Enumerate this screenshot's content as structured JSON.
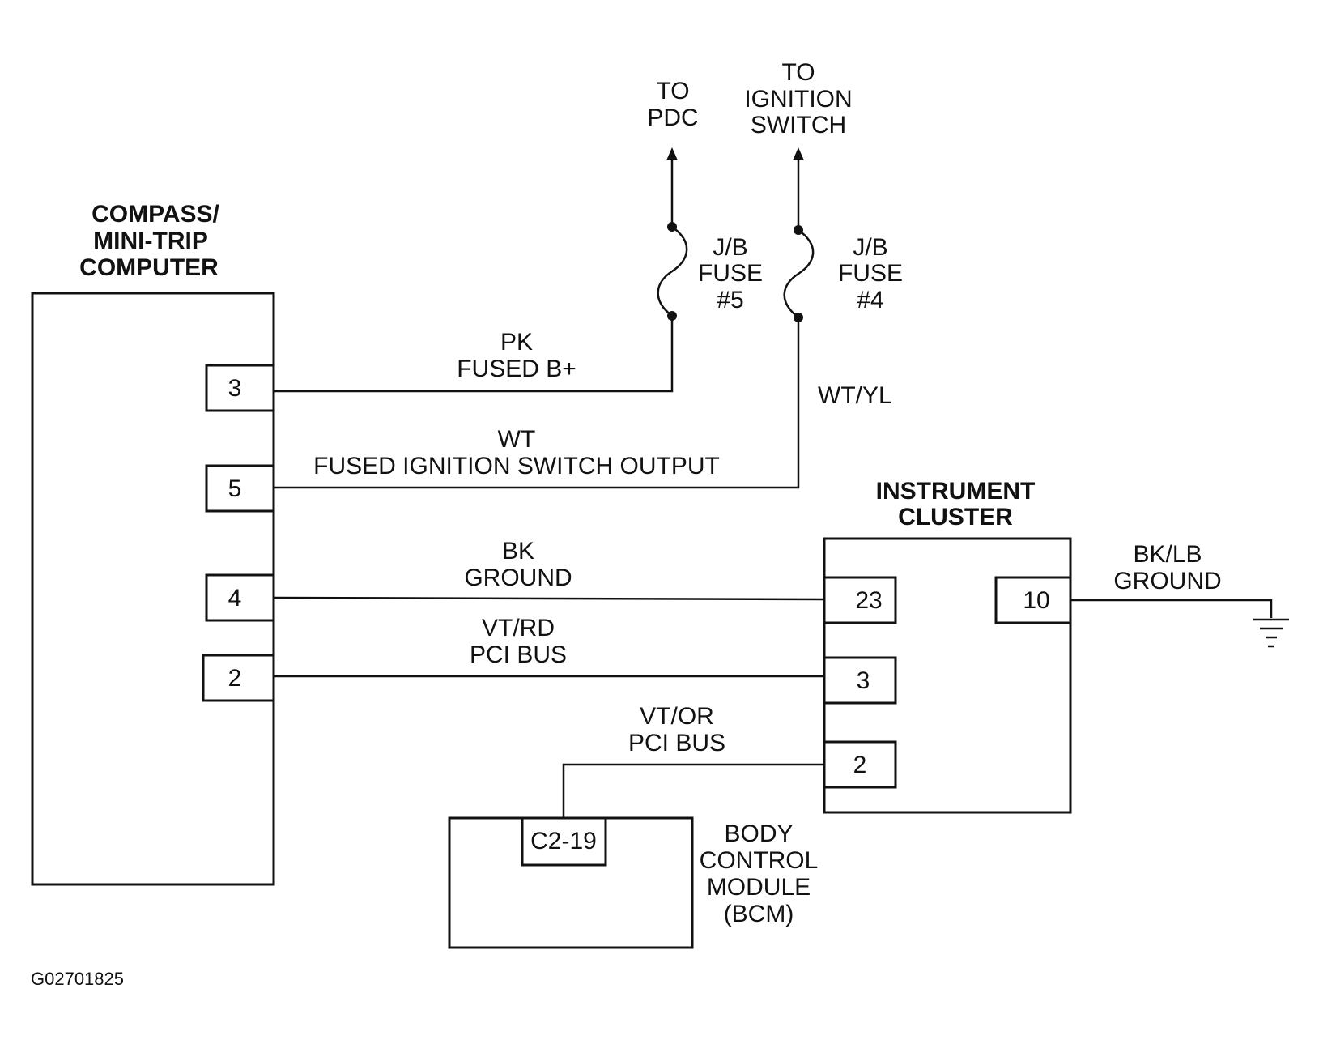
{
  "components": {
    "compass": {
      "title": [
        "COMPASS/",
        "MINI-TRIP",
        "COMPUTER"
      ],
      "pins": [
        "3",
        "5",
        "4",
        "2"
      ]
    },
    "cluster": {
      "title": [
        "INSTRUMENT",
        "CLUSTER"
      ],
      "pins": [
        "23",
        "3",
        "2",
        "10"
      ]
    },
    "bcm": {
      "title": [
        "BODY",
        "CONTROL",
        "MODULE",
        "(BCM)"
      ],
      "pin": "C2-19"
    }
  },
  "destinations": {
    "pdc": [
      "TO",
      "PDC"
    ],
    "ignition": [
      "TO",
      "IGNITION",
      "SWITCH"
    ]
  },
  "fuses": {
    "fuse5": [
      "J/B",
      "FUSE",
      "#5"
    ],
    "fuse4": [
      "J/B",
      "FUSE",
      "#4"
    ]
  },
  "wires": {
    "pk": [
      "PK",
      "FUSED B+"
    ],
    "wt": [
      "WT",
      "FUSED IGNITION SWITCH OUTPUT"
    ],
    "wtyl": "WT/YL",
    "bk": [
      "BK",
      "GROUND"
    ],
    "vtrd": [
      "VT/RD",
      "PCI BUS"
    ],
    "vtor": [
      "VT/OR",
      "PCI BUS"
    ],
    "bklb": [
      "BK/LB",
      "GROUND"
    ]
  },
  "figure_id": "G02701825"
}
